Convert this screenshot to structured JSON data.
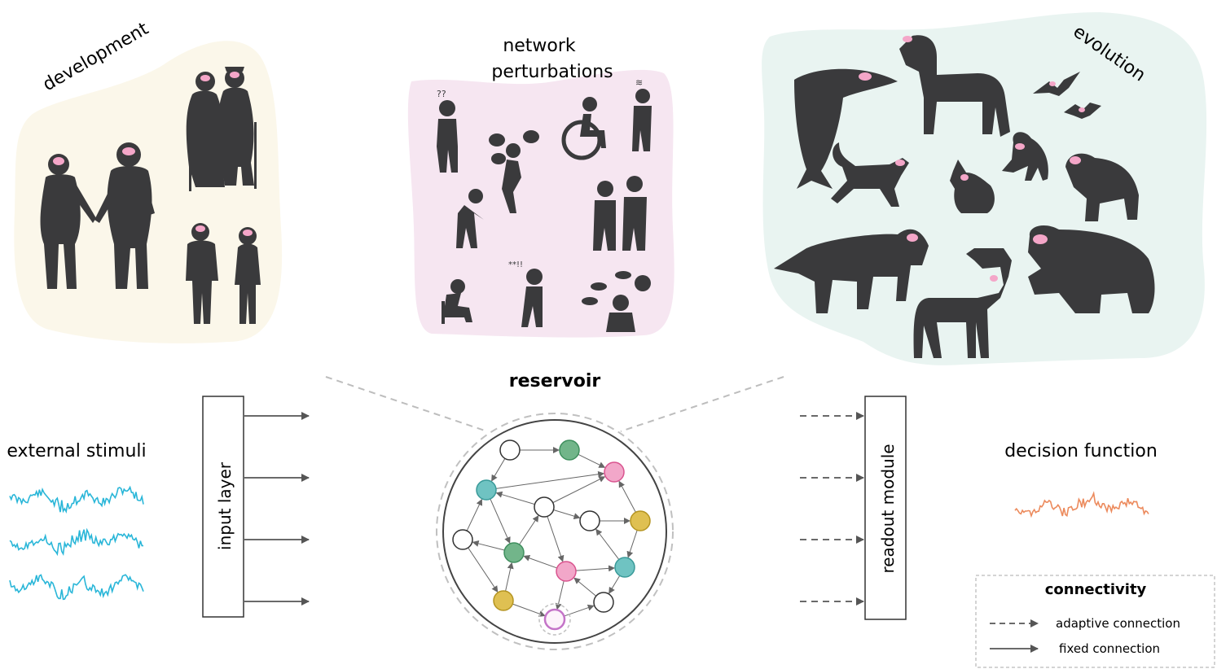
{
  "panels": {
    "development": {
      "label": "development",
      "bg": "#fbf7ea"
    },
    "perturbations": {
      "label_line1": "network",
      "label_line2": "perturbations",
      "bg": "#f6e6f1"
    },
    "evolution": {
      "label": "evolution",
      "bg": "#e9f4f1"
    }
  },
  "reservoir": {
    "label": "reservoir"
  },
  "inputs": {
    "label": "external stimuli",
    "signal_color": "#29b6d8"
  },
  "input_layer": {
    "label": "input layer"
  },
  "readout": {
    "label": "readout module"
  },
  "output": {
    "label": "decision function",
    "signal_color": "#ec8a5c"
  },
  "legend": {
    "title": "connectivity",
    "adaptive": "adaptive connection",
    "fixed": "fixed connection"
  },
  "colors": {
    "silhouette": "#3a3a3c",
    "brain": "#f4a6c8",
    "node_teal": "#6fc3c2",
    "node_green": "#72b58a",
    "node_pink": "#f2a7c9",
    "node_yellow": "#dfc052",
    "node_highlight": "#c474c8",
    "arrow": "#555555",
    "dashed_guide": "#bdbdbd"
  }
}
